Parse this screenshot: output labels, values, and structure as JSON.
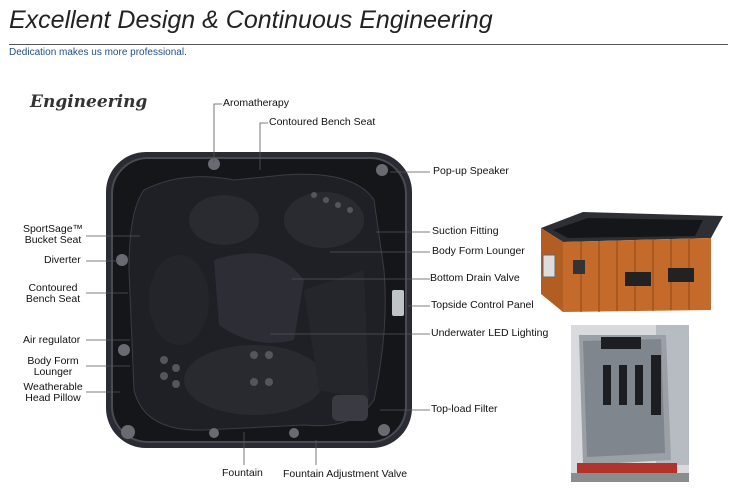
{
  "header": {
    "title": "Excellent Design & Continuous Engineering",
    "subtitle": "Dedication makes us more professional."
  },
  "section": {
    "title": "Engineering"
  },
  "labels": {
    "aromatherapy": "Aromatherapy",
    "contoured_bench_seat_top": "Contoured Bench Seat",
    "popup_speaker": "Pop-up Speaker",
    "suction_fitting": "Suction Fitting",
    "body_form_lounger_right": "Body Form Lounger",
    "bottom_drain_valve": "Bottom Drain Valve",
    "topside_control_panel": "Topside Control Panel",
    "underwater_led": "Underwater LED Lighting",
    "topload_filter": "Top-load Filter",
    "fountain": "Fountain",
    "fountain_adjustment_valve": "Fountain Adjustment Valve",
    "sportsage_line1": "SportSage™",
    "sportsage_line2": "Bucket Seat",
    "diverter": "Diverter",
    "contoured_left_line1": "Contoured",
    "contoured_left_line2": "Bench Seat",
    "air_regulator": "Air regulator",
    "body_form_left_line1": "Body Form",
    "body_form_left_line2": "Lounger",
    "weatherable_line1": "Weatherable",
    "weatherable_line2": "Head Pillow"
  },
  "colors": {
    "shell": "#1a1b20",
    "shell_rim": "#3a3b42",
    "cabinet": "#c46a2a",
    "cover": "#9aa0a6"
  }
}
